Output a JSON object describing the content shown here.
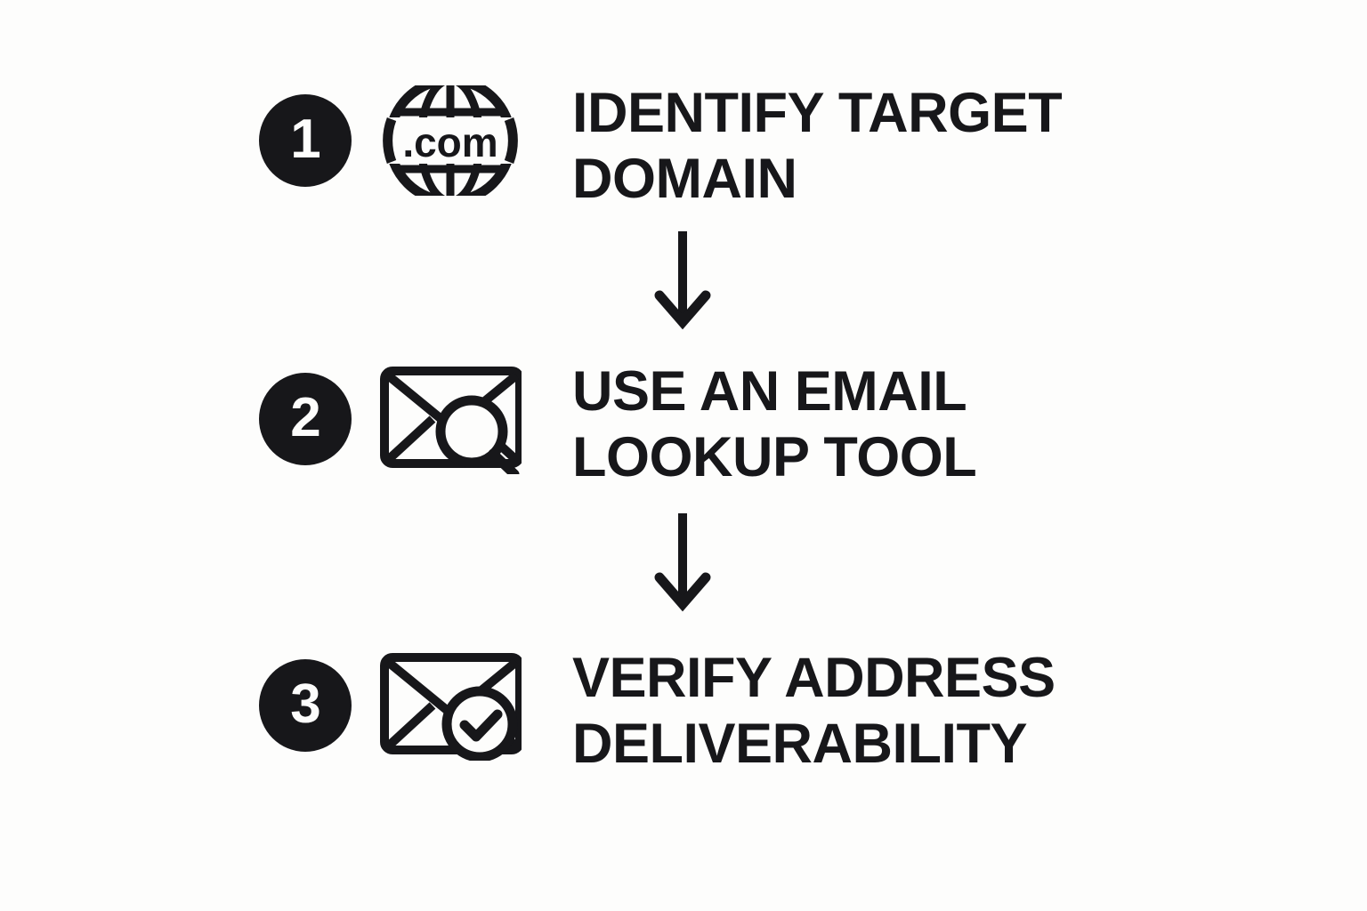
{
  "theme": {
    "background": "#fdfdfc",
    "ink": "#17171a",
    "badge_fill": "#17171a",
    "badge_text": "#fdfdfc"
  },
  "diagram": {
    "type": "vertical-flow",
    "orientation": "top-to-bottom",
    "step_count": 3,
    "connector": "down-arrow"
  },
  "steps": [
    {
      "number": "1",
      "icon": "globe-dot-com-icon",
      "icon_text": ".com",
      "caption": "IDENTIFY TARGET\nDOMAIN",
      "caption_line_1": "IDENTIFY TARGET",
      "caption_line_2": "DOMAIN"
    },
    {
      "number": "2",
      "icon": "envelope-magnifier-icon",
      "icon_text": "",
      "caption": "USE AN EMAIL\nLOOKUP TOOL",
      "caption_line_1": "USE AN EMAIL",
      "caption_line_2": "LOOKUP TOOL"
    },
    {
      "number": "3",
      "icon": "envelope-check-icon",
      "icon_text": "",
      "caption": "VERIFY ADDRESS\nDELIVERABILITY",
      "caption_line_1": "VERIFY ADDRESS",
      "caption_line_2": "DELIVERABILITY"
    }
  ],
  "connectors": [
    {
      "name": "arrow-step1-to-step2",
      "direction": "down"
    },
    {
      "name": "arrow-step2-to-step3",
      "direction": "down"
    }
  ]
}
